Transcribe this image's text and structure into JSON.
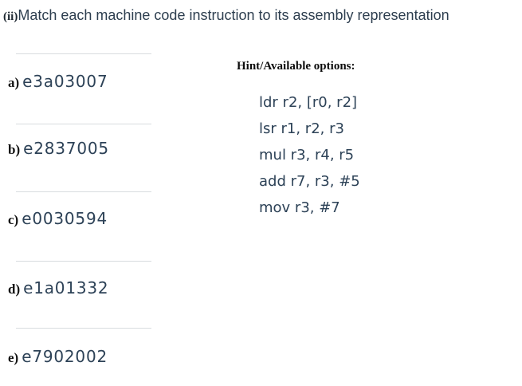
{
  "title": {
    "numeral": "(ii)",
    "text": "Match each machine code instruction to its assembly representation"
  },
  "colors": {
    "body_text": "#2d3e4f",
    "code_text": "#2d4257",
    "label_text": "#111111",
    "divider": "#d8dcdf",
    "background": "#ffffff"
  },
  "questions": [
    {
      "label": "a)",
      "code": "e3a03007"
    },
    {
      "label": "b)",
      "code": "e2837005"
    },
    {
      "label": "c)",
      "code": "e0030594"
    },
    {
      "label": "d)",
      "code": "e1a01332"
    },
    {
      "label": "e)",
      "code": "e7902002"
    }
  ],
  "hint": {
    "heading": "Hint/Available options:",
    "options": [
      "ldr r2, [r0, r2]",
      "lsr r1, r2, r3",
      "mul r3, r4, r5",
      "add r7, r3, #5",
      "mov r3, #7"
    ]
  }
}
